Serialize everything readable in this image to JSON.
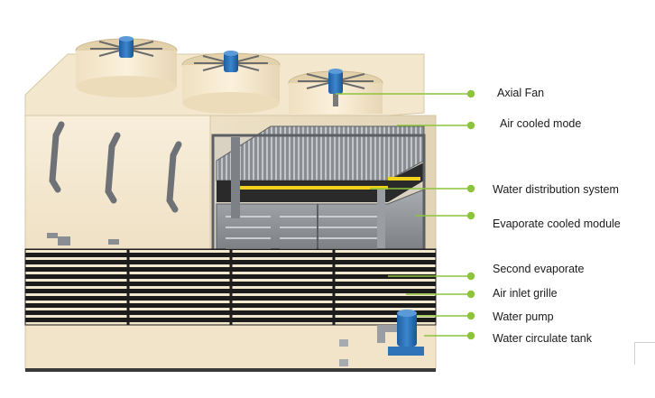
{
  "labels": {
    "axial_fan": "Axial Fan",
    "air_cooled_mode": "Air cooled mode",
    "water_distribution_system": "Water distribution system",
    "evaporate_cooled_module": "Evaporate cooled module",
    "second_evaporate": "Second evaporate",
    "air_inlet_grille": "Air inlet grille",
    "water_pump": "Water pump",
    "water_circulate_tank": "Water circulate tank"
  },
  "colors": {
    "casing": "#f6ebd3",
    "casing_shadow": "#e9dcc0",
    "fan_motor": "#2f73b8",
    "grille": "#1e1e1e",
    "leader_line": "#8cc43c",
    "water_pipe_accent": "#f2d21a",
    "coil_grey": "#8e9296"
  }
}
